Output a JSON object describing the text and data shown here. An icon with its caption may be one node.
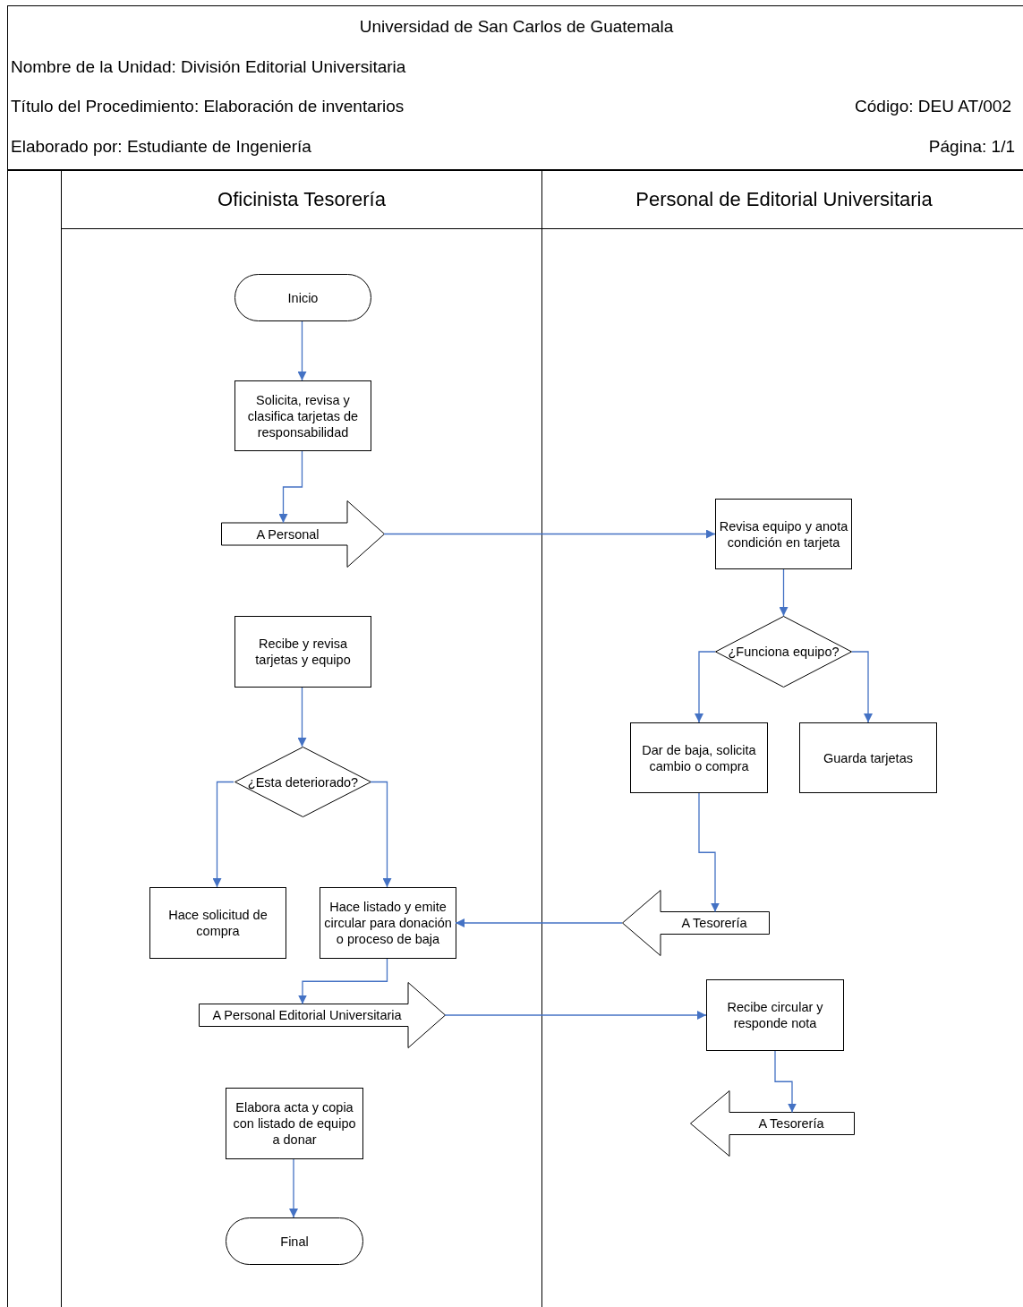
{
  "diagram": {
    "nodes": [
      {
        "text": [
          "Oficinista Tesorería"
        ]
      },
      {
        "text": [
          "Personal de Editorial Universitaria"
        ]
      },
      {
        "text": [
          "Inicio"
        ],
        "in": 0
      },
      {
        "text": [
          "Solicita, revisa y clasifica tarjetas de responsabilidad"
        ],
        "in": 0
      },
      {
        "text": [
          "A Personal"
        ],
        "in": 0
      },
      {
        "text": [
          "Recibe y revisa tarjetas y equipo"
        ],
        "in": 0
      },
      {
        "text": [
          "¿Esta deteriorado?"
        ],
        "in": 0
      },
      {
        "text": [
          "Hace solicitud de compra"
        ],
        "in": 0
      },
      {
        "text": [
          "Hace listado y emite circular para donación o proceso de baja"
        ],
        "in": 0
      },
      {
        "text": [
          "A Personal Editorial Universitaria"
        ],
        "in": 0
      },
      {
        "text": [
          "Elabora acta y copia con listado de equipo a donar"
        ],
        "in": 0
      },
      {
        "text": [
          "Final"
        ],
        "in": 0
      },
      {
        "text": [
          "Revisa equipo y anota condición en tarjeta"
        ],
        "in": 1
      },
      {
        "text": [
          "¿Funciona equipo?"
        ],
        "in": 1
      },
      {
        "text": [
          "Dar de baja, solicita cambio o compra"
        ],
        "in": 1
      },
      {
        "text": [
          "Guarda tarjetas"
        ],
        "in": 1
      },
      {
        "text": [
          "A Tesorería"
        ],
        "in": 1
      },
      {
        "text": [
          "Recibe circular y responde nota"
        ],
        "in": 1
      },
      {
        "text": [
          "A Tesorería"
        ],
        "in": 1
      }
    ],
    "edges": [
      {
        "from": 2,
        "to": 3,
        "arrow": "to"
      },
      {
        "from": 3,
        "to": 4,
        "arrow": "to"
      },
      {
        "from": 4,
        "to": 12,
        "arrow": "to"
      },
      {
        "from": 5,
        "to": 6,
        "arrow": "to"
      },
      {
        "from": 6,
        "to": 7,
        "arrow": "to"
      },
      {
        "from": 6,
        "to": 8,
        "arrow": "to"
      },
      {
        "from": 16,
        "to": 8,
        "arrow": "to"
      },
      {
        "from": 8,
        "to": 9,
        "arrow": "to"
      },
      {
        "from": 9,
        "to": 17,
        "arrow": "to"
      },
      {
        "from": 10,
        "to": 11,
        "arrow": "to"
      },
      {
        "from": 12,
        "to": 13,
        "arrow": "to"
      },
      {
        "from": 13,
        "to": 14,
        "arrow": "to"
      },
      {
        "from": 13,
        "to": 15,
        "arrow": "to"
      },
      {
        "from": 14,
        "to": 16,
        "arrow": "to"
      },
      {
        "from": 17,
        "to": 18,
        "arrow": "to"
      }
    ],
    "labels": [
      "Universidad de San Carlos de Guatemala",
      "Nombre de la Unidad: División Editorial Universitaria",
      "Título del Procedimiento: Elaboración de inventarios",
      "Código: DEU AT/002",
      "Elaborado por: Estudiante de Ingeniería",
      "Página: 1/1"
    ]
  }
}
